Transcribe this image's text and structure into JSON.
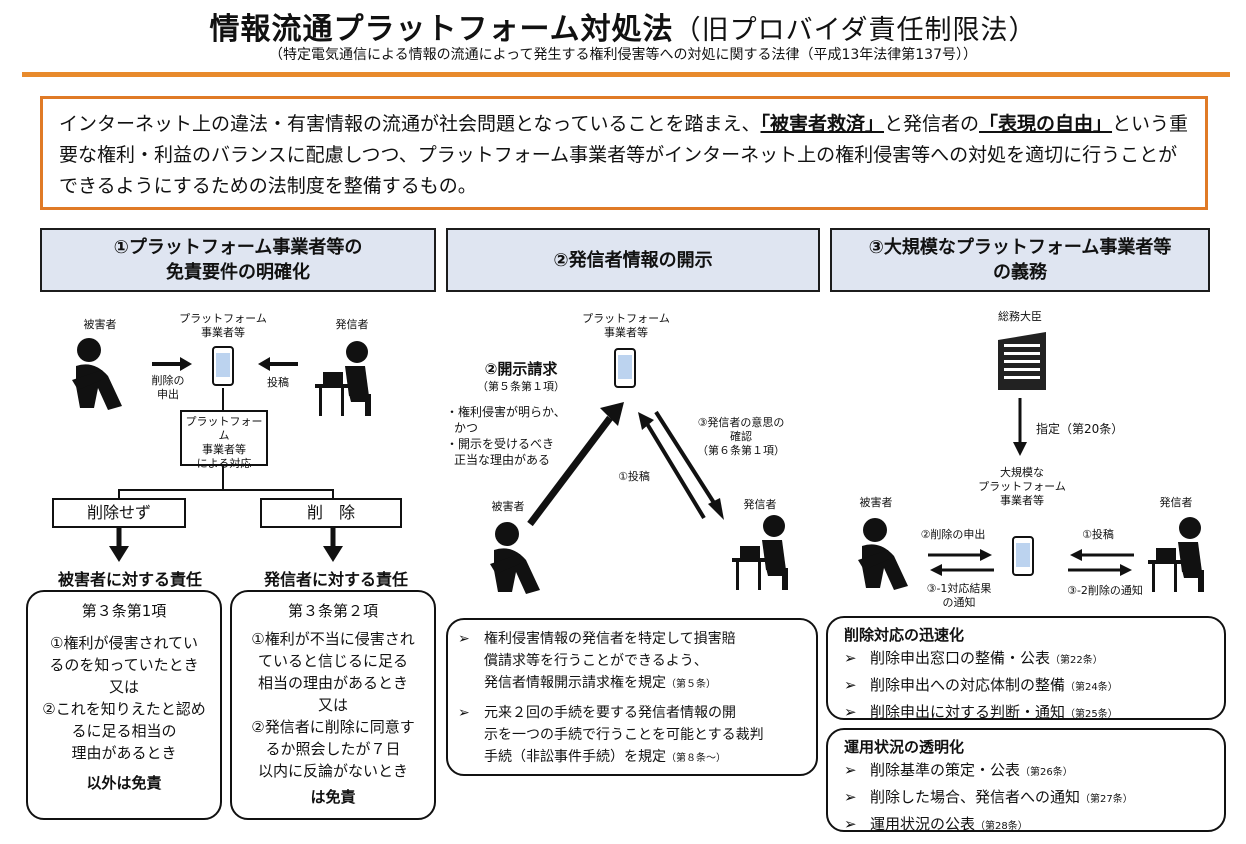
{
  "header": {
    "title": "情報流通プラットフォーム対処法",
    "title_old": "（旧プロバイダ責任制限法）",
    "subtitle": "（特定電気通信による情報の流通によって発生する権利侵害等への対処に関する法律（平成13年法律第137号））"
  },
  "intro": {
    "p1": "インターネット上の違法・有害情報の流通が社会問題となっていることを踏まえ、",
    "u1": "「被害者救済」",
    "p2": "と発信者の",
    "u2": "「表現の自由」",
    "p3": "という重要な権利・利益のバランスに配慮しつつ、プラットフォーム事業者等がインターネット上の権利侵害等への対処を適切に行うことができるようにするための法制度を整備するもの。"
  },
  "col1": {
    "head1": "①プラットフォーム事業者等の",
    "head2": "免責要件の明確化",
    "victim": "被害者",
    "sender": "発信者",
    "pf1": "プラットフォーム",
    "pf2": "事業者等",
    "req1": "削除の",
    "req2": "申出",
    "post": "投稿",
    "resp1": "プラットフォーム",
    "resp2": "事業者等",
    "resp3": "による対応",
    "no_delete": "削除せず",
    "delete": "削　除",
    "left_title": "被害者に対する責任",
    "right_title": "発信者に対する責任",
    "left_box": [
      "第３条第1項",
      "①権利が侵害されてい",
      "るのを知っていたとき",
      "又は",
      "②これを知りえたと認め",
      "るに足る相当の",
      "理由があるとき"
    ],
    "left_end": "以外は免責",
    "right_box": [
      "第３条第２項",
      "①権利が不当に侵害され",
      "ていると信じるに足る",
      "相当の理由があるとき",
      "又は",
      "②発信者に削除に同意す",
      "るか照会したが７日",
      "以内に反論がないとき"
    ],
    "right_end": "は免責"
  },
  "col2": {
    "head": "②発信者情報の開示",
    "pf1": "プラットフォーム",
    "pf2": "事業者等",
    "req_title": "②開示請求",
    "req_art": "（第５条第１項）",
    "cond": [
      "・権利侵害が明らか、",
      "かつ",
      "・開示を受けるべき",
      "正当な理由がある"
    ],
    "confirm": [
      "③発信者の意思の",
      "確認",
      "（第６条第１項）"
    ],
    "post": "①投稿",
    "victim": "被害者",
    "sender": "発信者",
    "bullets": [
      {
        "lines": [
          "権利侵害情報の発信者を特定して損害賠",
          "償請求等を行うことができるよう、",
          "発信者情報開示請求権を規定"
        ],
        "art": "（第５条）"
      },
      {
        "lines": [
          "元来２回の手続を要する発信者情報の開",
          "示を一つの手続で行うことを可能とする裁判",
          "手続（非訟事件手続）を規定"
        ],
        "art": "（第８条〜）"
      }
    ]
  },
  "col3": {
    "head1": "③大規模なプラットフォーム事業者等",
    "head2": "の義務",
    "minister": "総務大臣",
    "designate": "指定（第20条）",
    "large": [
      "大規模な",
      "プラットフォーム",
      "事業者等"
    ],
    "victim": "被害者",
    "sender": "発信者",
    "req": "②削除の申出",
    "post": "①投稿",
    "result1": "③-1対応結果",
    "result2": "の通知",
    "notify": "③-2削除の通知",
    "box1_title": "削除対応の迅速化",
    "box1": [
      {
        "text": "削除申出窓口の整備・公表",
        "art": "（第22条）"
      },
      {
        "text": "削除申出への対応体制の整備",
        "art": "（第24条）"
      },
      {
        "text": "削除申出に対する判断・通知",
        "art": "（第25条）"
      }
    ],
    "box2_title": "運用状況の透明化",
    "box2": [
      {
        "text": "削除基準の策定・公表",
        "art": "（第26条）"
      },
      {
        "text": "削除した場合、発信者への通知",
        "art": "（第27条）"
      },
      {
        "text": "運用状況の公表",
        "art": "（第28条）"
      }
    ],
    "marker": "➢"
  }
}
